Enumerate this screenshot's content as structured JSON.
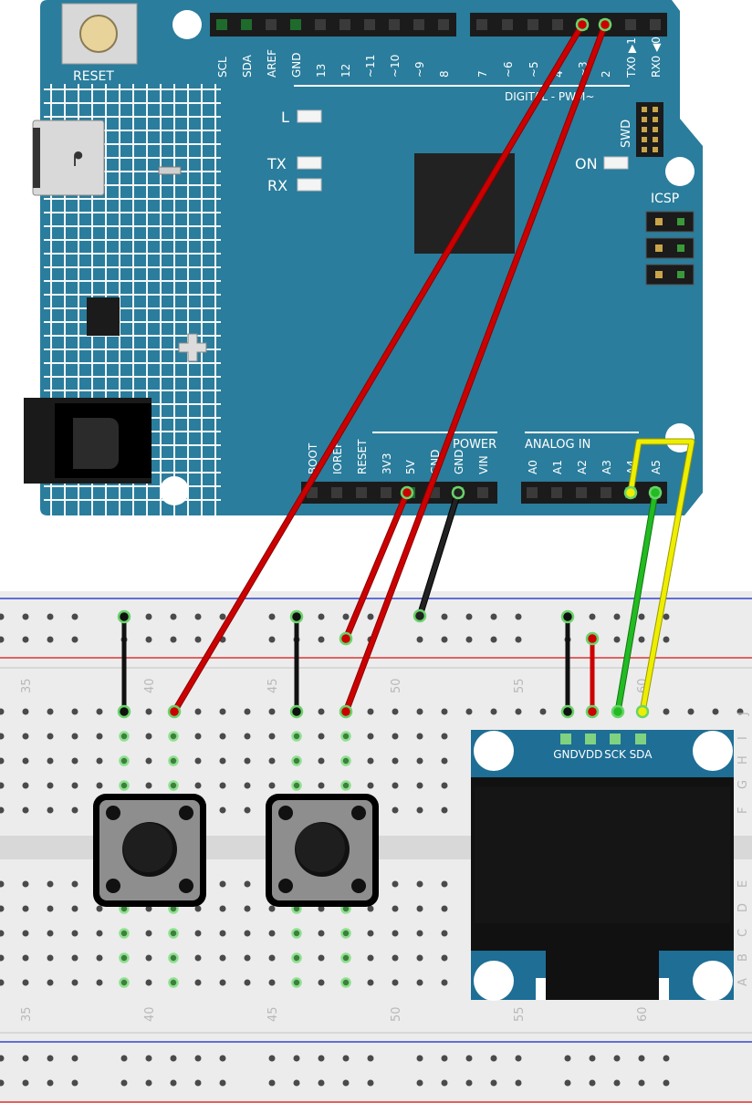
{
  "board": {
    "reset_label": "RESET",
    "header_top_left": [
      "SCL",
      "SDA",
      "AREF",
      "GND",
      "13",
      "12",
      "~11",
      "~10",
      "~9",
      "8"
    ],
    "header_top_right": [
      "7",
      "~6",
      "~5",
      "4",
      "~3",
      "2",
      "TX0 ▶1",
      "RX0 ◀0"
    ],
    "digital_label": "DIGITAL - PWM~",
    "led_l": "L",
    "led_tx": "TX",
    "led_rx": "RX",
    "led_on": "ON",
    "swd_label": "SWD",
    "icsp_label": "ICSP",
    "power_label": "POWER",
    "analog_label": "ANALOG IN",
    "power_pins": [
      "BOOT",
      "IOREF",
      "RESET",
      "3V3",
      "5V",
      "GND",
      "GND",
      "VIN"
    ],
    "analog_pins": [
      "A0",
      "A1",
      "A2",
      "A3",
      "A4",
      "A5"
    ]
  },
  "breadboard": {
    "column_numbers": [
      "35",
      "40",
      "45",
      "50",
      "55",
      "60"
    ],
    "row_letters_top": [
      "J",
      "I",
      "H",
      "G",
      "F"
    ],
    "row_letters_bottom": [
      "E",
      "D",
      "C",
      "B",
      "A"
    ]
  },
  "oled": {
    "pins": [
      "GND",
      "VDD",
      "SCK",
      "SDA"
    ]
  },
  "buttons": {
    "count": 2
  },
  "colors": {
    "board": "#2a7d9c",
    "wire_red": "#cc0000",
    "wire_black": "#111111",
    "wire_green": "#22bb22",
    "wire_yellow": "#eeee00",
    "breadboard": "#ececec",
    "oled_pcb": "#1e6e95"
  }
}
